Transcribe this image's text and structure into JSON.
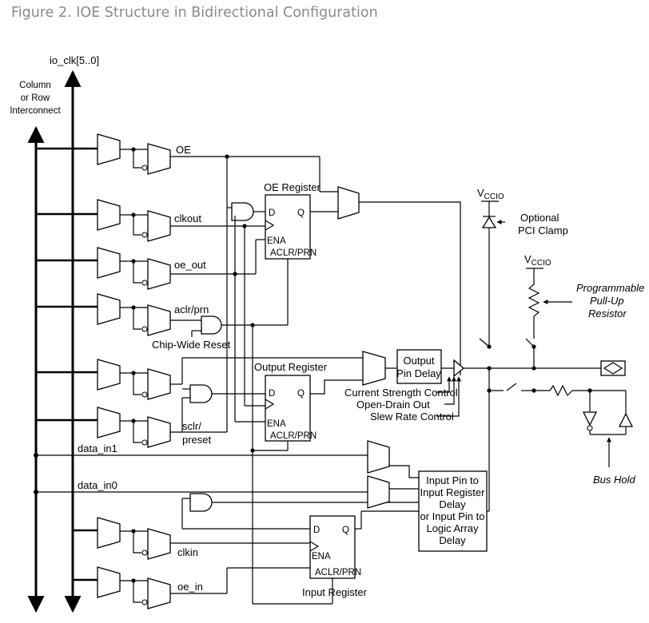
{
  "figure": {
    "title": "Figure 2. IOE Structure in Bidirectional Configuration"
  },
  "labels": {
    "io_clk": "io_clk[5..0]",
    "column_1": "Column",
    "column_2": "or Row",
    "column_3": "Interconnect",
    "oe": "OE",
    "clkout": "clkout",
    "oe_out": "oe_out",
    "aclr_prn": "aclr/prn",
    "chip_wide_reset": "Chip-Wide Reset",
    "sclr_1": "sclr/",
    "sclr_2": "preset",
    "data_in1": "data_in1",
    "data_in0": "data_in0",
    "clkin": "clkin",
    "oe_in": "oe_in",
    "oe_register": "OE Register",
    "output_register": "Output Register",
    "input_register": "Input Register",
    "reg_d": "D",
    "reg_q": "Q",
    "reg_ena": "ENA",
    "reg_aclr": "ACLR/PRN",
    "output_delay_1": "Output",
    "output_delay_2": "Pin Delay",
    "current_strength": "Current Strength Control",
    "open_drain": "Open-Drain Out",
    "slew_rate": "Slew Rate Control",
    "input_delay_1": "Input Pin to",
    "input_delay_2": "Input Register",
    "input_delay_3": "Delay",
    "input_delay_4": "or Input Pin to",
    "input_delay_5": "Logic Array",
    "input_delay_6": "Delay",
    "vccio_main": "V",
    "vccio_sub": "CCIO",
    "pci_clamp_1": "Optional",
    "pci_clamp_2": "PCI Clamp",
    "pullup_1": "Programmable",
    "pullup_2": "Pull-Up",
    "pullup_3": "Resistor",
    "bus_hold": "Bus Hold"
  }
}
